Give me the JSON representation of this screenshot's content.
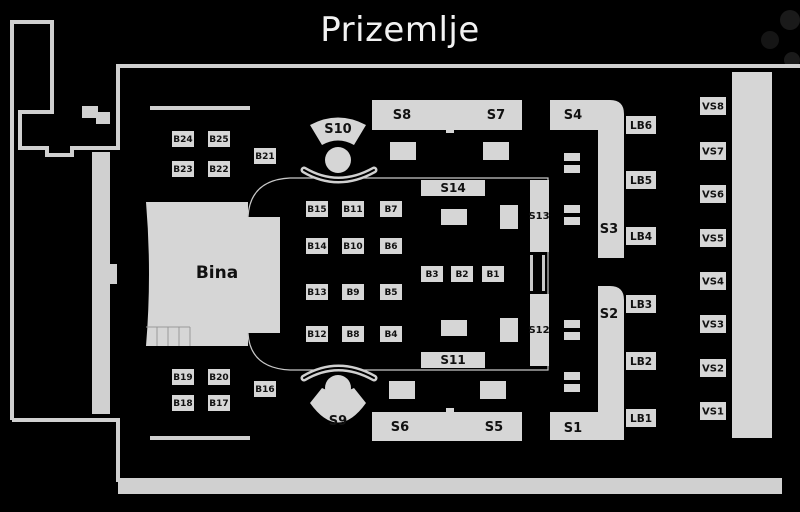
{
  "title": "Prizemlje",
  "stage": {
    "label": "Bina"
  },
  "sections": {
    "s10": "S10",
    "s9": "S9",
    "s8": "S8",
    "s7": "S7",
    "s6": "S6",
    "s5": "S5",
    "s4": "S4",
    "s3": "S3",
    "s2": "S2",
    "s1": "S1",
    "s14": "S14",
    "s13": "S13",
    "s12": "S12",
    "s11": "S11"
  },
  "booths": {
    "b24": "B24",
    "b25": "B25",
    "b23": "B23",
    "b22": "B22",
    "b21": "B21",
    "b19": "B19",
    "b20": "B20",
    "b18": "B18",
    "b17": "B17",
    "b16": "B16",
    "b15": "B15",
    "b11": "B11",
    "b7": "B7",
    "b14": "B14",
    "b10": "B10",
    "b6": "B6",
    "b13": "B13",
    "b9": "B9",
    "b5": "B5",
    "b12": "B12",
    "b8": "B8",
    "b4": "B4",
    "b3": "B3",
    "b2": "B2",
    "b1": "B1"
  },
  "lounges": {
    "lb6": "LB6",
    "lb5": "LB5",
    "lb4": "LB4",
    "lb3": "LB3",
    "lb2": "LB2",
    "lb1": "LB1"
  },
  "vip": {
    "vs8": "VS8",
    "vs7": "VS7",
    "vs6": "VS6",
    "vs5": "VS5",
    "vs4": "VS4",
    "vs3": "VS3",
    "vs2": "VS2",
    "vs1": "VS1"
  },
  "colors": {
    "background": "#000000",
    "shape": "#d6d6d6",
    "wall": "#d0d0d0",
    "text": "#111111",
    "title": "#f2f2f2"
  }
}
